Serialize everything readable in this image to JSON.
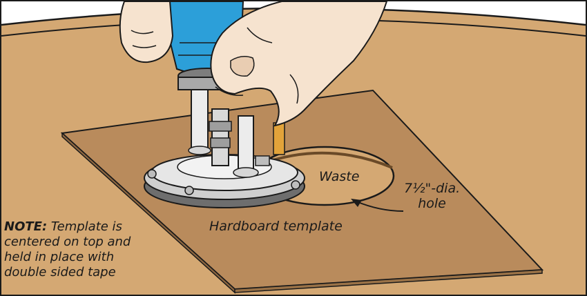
{
  "labels": {
    "waste": "Waste",
    "hole_line1": "7½\"-dia.",
    "hole_line2": "hole",
    "template": "Hardboard template"
  },
  "note": {
    "heading": "NOTE:",
    "line1_rest": " Template is",
    "line2": "centered on top and",
    "line3": "held in place with",
    "line4": "double sided tape"
  },
  "colors": {
    "tabletop": "#d4a873",
    "hardboard": "#b98b5c",
    "router_blue": "#2c9fd9",
    "skin": "#f6e3cf",
    "outline": "#1a1a1a"
  }
}
